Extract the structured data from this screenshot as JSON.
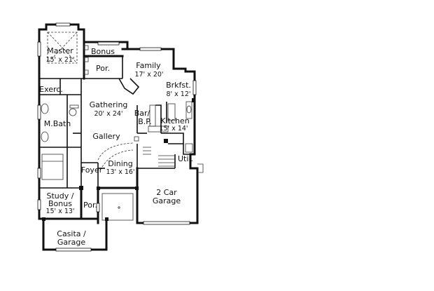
{
  "rooms": {
    "master": {
      "name": "Master",
      "size": "15' x 21'"
    },
    "bonus_top": {
      "name": "Bonus"
    },
    "porch_top": {
      "name": "Por."
    },
    "family": {
      "name": "Family",
      "size": "17' x 20'"
    },
    "brkfst": {
      "name": "Brkfst.",
      "size": "8' x 12'"
    },
    "exerc": {
      "name": "Exerc."
    },
    "gathering": {
      "name": "Gathering",
      "size": "20' x 24'"
    },
    "bar": {
      "line1": "Bar/",
      "line2": "B.P."
    },
    "kitchen": {
      "name": "Kitchen",
      "size": "15' x 14'"
    },
    "mbath": {
      "name": "M.Bath"
    },
    "gallery": {
      "name": "Gallery"
    },
    "util": {
      "name": "Util."
    },
    "foyer": {
      "name": "Foyer"
    },
    "dining": {
      "name": "Dining",
      "size": "13' x 16'"
    },
    "garage": {
      "line1": "2 Car",
      "line2": "Garage"
    },
    "study": {
      "line1": "Study /",
      "line2": "Bonus",
      "size": "15' x 13'"
    },
    "porch_front": {
      "name": "Por."
    },
    "casita": {
      "line1": "Casita /",
      "line2": "Garage"
    }
  }
}
